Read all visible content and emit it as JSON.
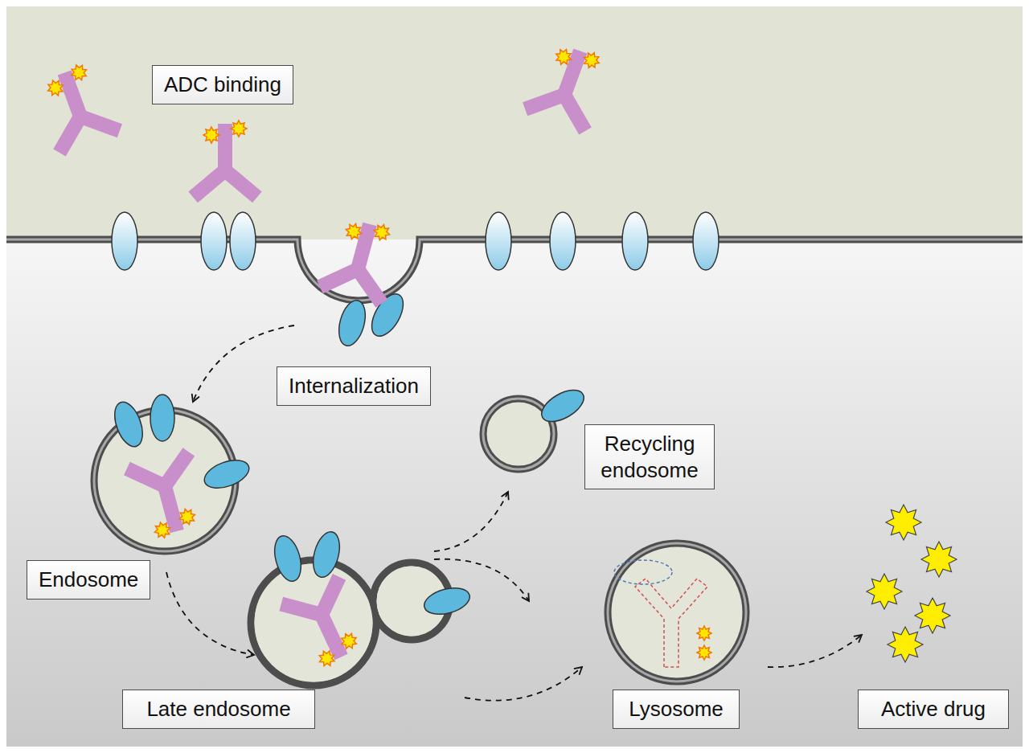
{
  "diagram": {
    "nodes": [
      {
        "text": [
          "ADC binding"
        ]
      },
      {
        "text": [
          "Internalization"
        ]
      },
      {
        "text": [
          "Recycling endosome"
        ]
      },
      {
        "text": [
          "Endosome"
        ]
      },
      {
        "text": [
          "Late endosome"
        ]
      },
      {
        "text": [
          "Lysosome"
        ]
      },
      {
        "text": [
          "Active drug"
        ]
      }
    ]
  }
}
